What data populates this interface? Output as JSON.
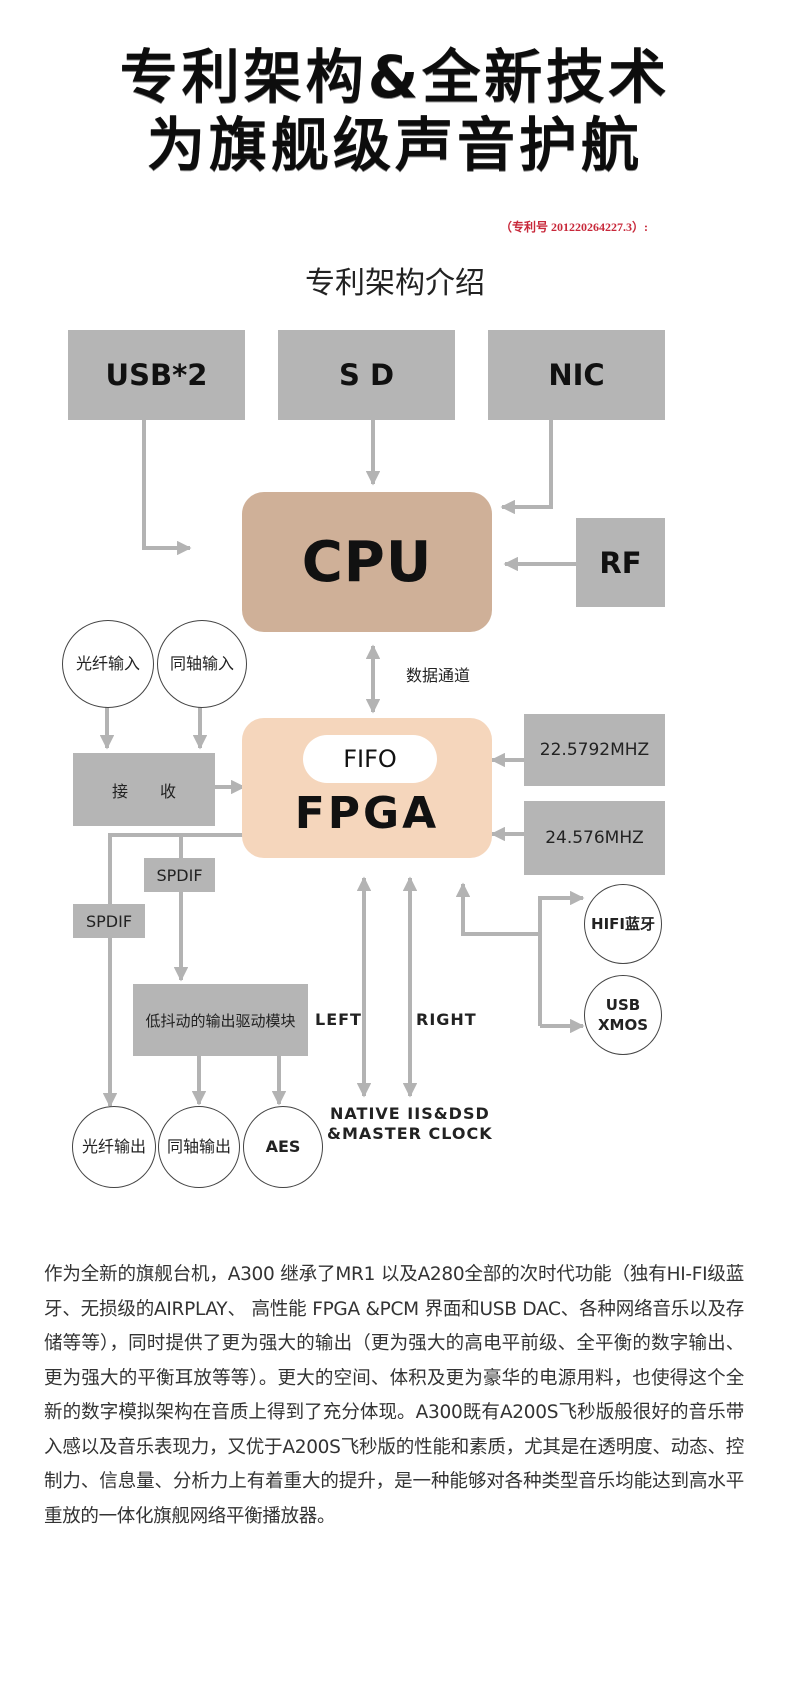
{
  "header": {
    "title_line1": "专利架构&全新技术",
    "title_line2": "为旗舰级声音护航",
    "patent_number": "（专利号 201220264227.3）:",
    "section_title": "专利架构介绍"
  },
  "diagram": {
    "inputs": {
      "usb": "USB*2",
      "sd": "S D",
      "nic": "NIC",
      "rf": "RF"
    },
    "cpu": "CPU",
    "data_channel": "数据通道",
    "fpga": {
      "label": "FPGA",
      "fifo": "FIFO"
    },
    "clocks": {
      "clock1": "22.5792MHZ",
      "clock2": "24.576MHZ"
    },
    "digital_inputs": {
      "optical_in": "光纤输入",
      "coax_in": "同轴输入",
      "receiver": "接　　收"
    },
    "spdif_a": "SPDIF",
    "spdif_b": "SPDIF",
    "driver_module": "低抖动的输出驱动模块",
    "left": "LEFT",
    "right": "RIGHT",
    "native_line1": "NATIVE IIS&DSD",
    "native_line2": "&MASTER CLOCK",
    "outputs": {
      "optical_out": "光纤输出",
      "coax_out": "同轴输出",
      "aes": "AES"
    },
    "peripherals": {
      "hifi_bt": "HIFI蓝牙",
      "usb_xmos_line1": "USB",
      "usb_xmos_line2": "XMOS"
    },
    "colors": {
      "gray_box": "#b5b5b5",
      "arrow": "#b3b3b3",
      "cpu": "#cfb098",
      "fpga": "#f5d6bc",
      "patent_red": "#c8283a"
    }
  },
  "description": "作为全新的旗舰台机，A300 继承了MR1 以及A280全部的次时代功能（独有HI-FI级蓝牙、无损级的AIRPLAY、 高性能 FPGA &PCM 界面和USB DAC、各种网络音乐以及存储等等），同时提供了更为强大的输出（更为强大的高电平前级、全平衡的数字输出、更为强大的平衡耳放等等）。更大的空间、体积及更为豪华的电源用料，也使得这个全新的数字模拟架构在音质上得到了充分体现。A300既有A200S飞秒版般很好的音乐带入感以及音乐表现力，又优于A200S飞秒版的性能和素质，尤其是在透明度、动态、控制力、信息量、分析力上有着重大的提升，是一种能够对各种类型音乐均能达到高水平重放的一体化旗舰网络平衡播放器。"
}
